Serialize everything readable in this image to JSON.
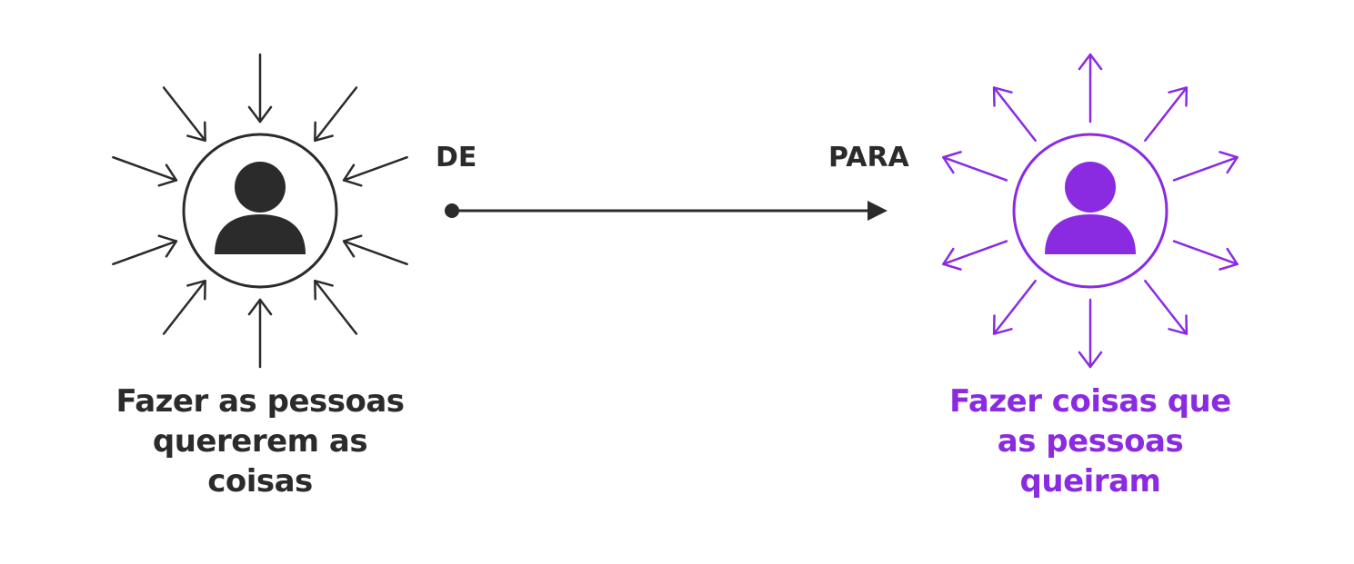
{
  "from_tag": "DE",
  "to_tag": "PARA",
  "left": {
    "lines": [
      "Fazer as pessoas",
      "quererem as",
      "coisas"
    ],
    "color": "#2b2b2b",
    "arrows": "inward"
  },
  "right": {
    "lines": [
      "Fazer coisas que",
      "as pessoas",
      "queiram"
    ],
    "color": "#8a2be2",
    "arrows": "outward"
  },
  "connector_color": "#2b2b2b"
}
